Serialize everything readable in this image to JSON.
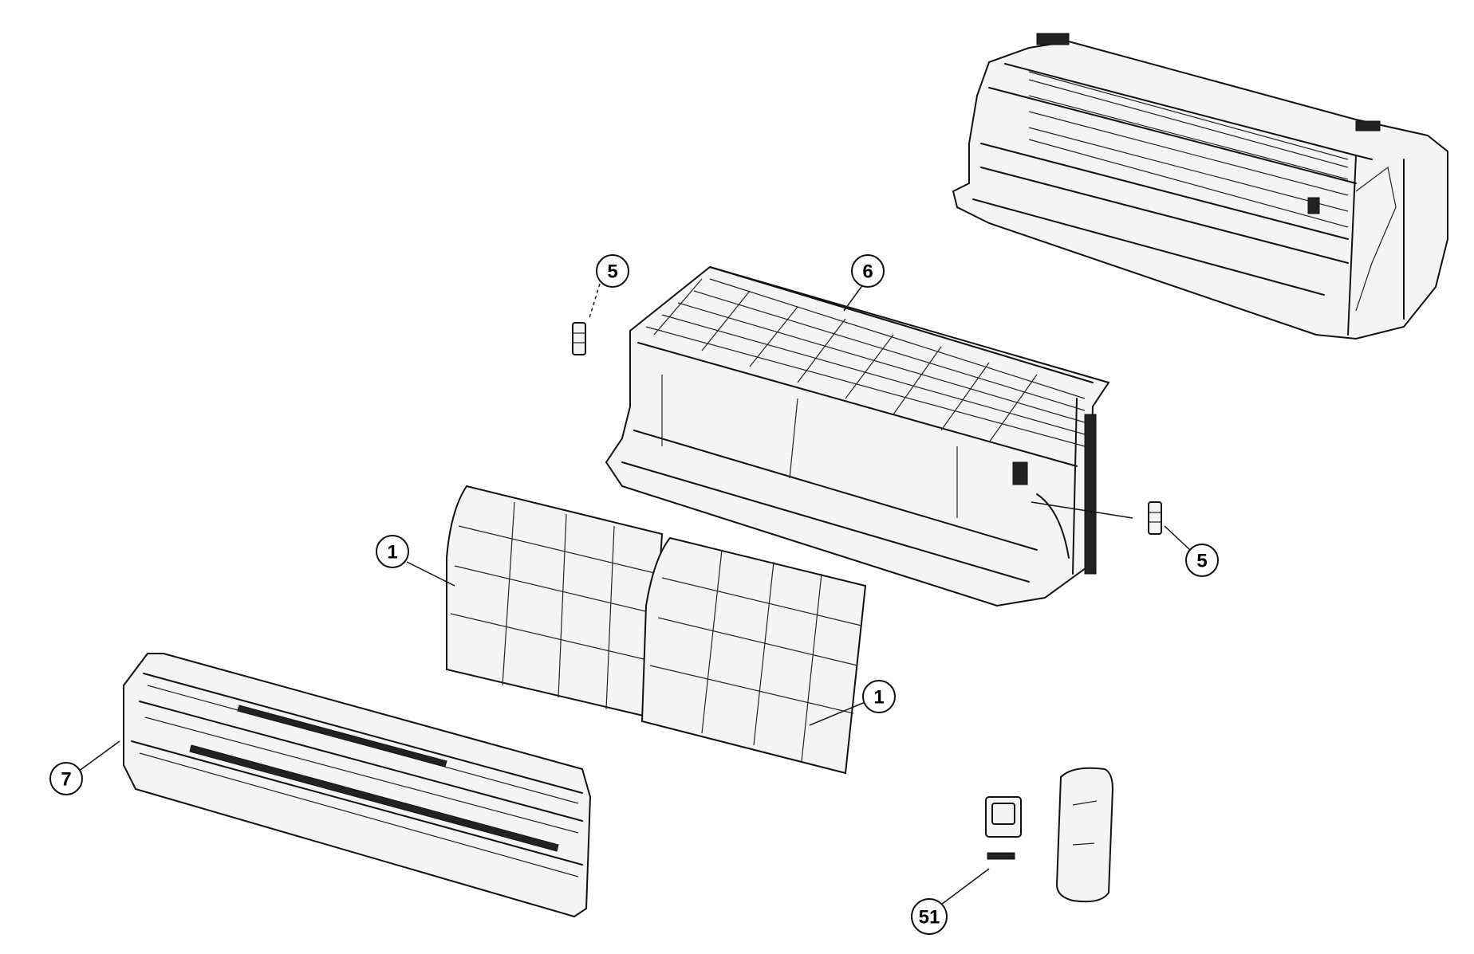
{
  "callouts": {
    "c5a": "5",
    "c6": "6",
    "c5b": "5",
    "c1a": "1",
    "c1b": "1",
    "c7": "7",
    "c51": "51"
  },
  "colors": {
    "line": "#111111",
    "background": "#ffffff"
  }
}
